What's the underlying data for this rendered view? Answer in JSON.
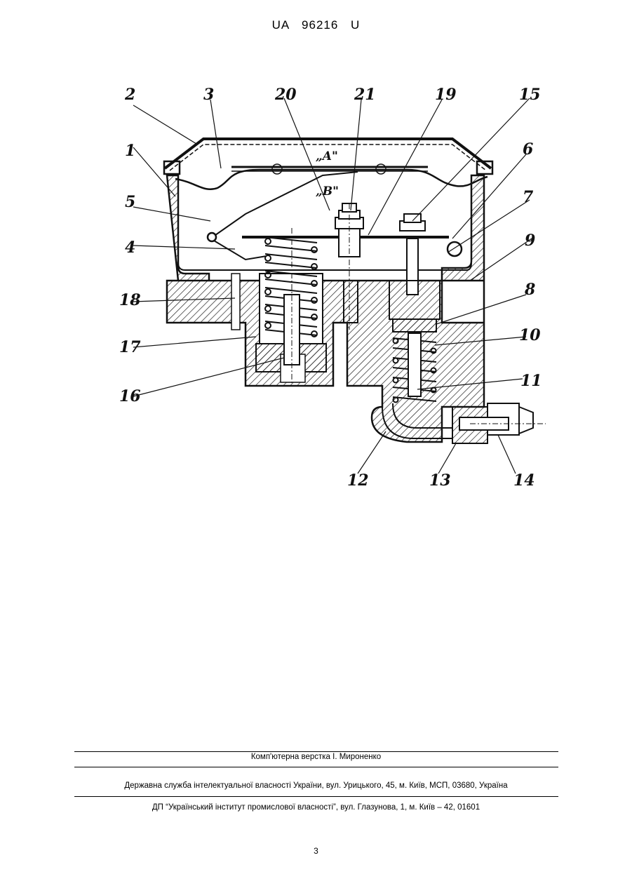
{
  "header": {
    "patent_number": "UA   96216   U"
  },
  "figure": {
    "part_labels": [
      "1",
      "2",
      "3",
      "4",
      "5",
      "6",
      "7",
      "8",
      "9",
      "10",
      "11",
      "12",
      "13",
      "14",
      "15",
      "16",
      "17",
      "18",
      "19",
      "20",
      "21"
    ],
    "zone_labels": [
      "„A\"",
      "„B\""
    ]
  },
  "footer": {
    "layout_credit": "Комп'ютерна верстка І. Мироненко",
    "agency": "Державна служба інтелектуальної власності України, вул. Урицького, 45, м. Київ, МСП, 03680, Україна",
    "publisher": "ДП “Український інститут промислової власності”, вул. Глазунова, 1, м. Київ – 42, 01601"
  },
  "page_number": "3"
}
